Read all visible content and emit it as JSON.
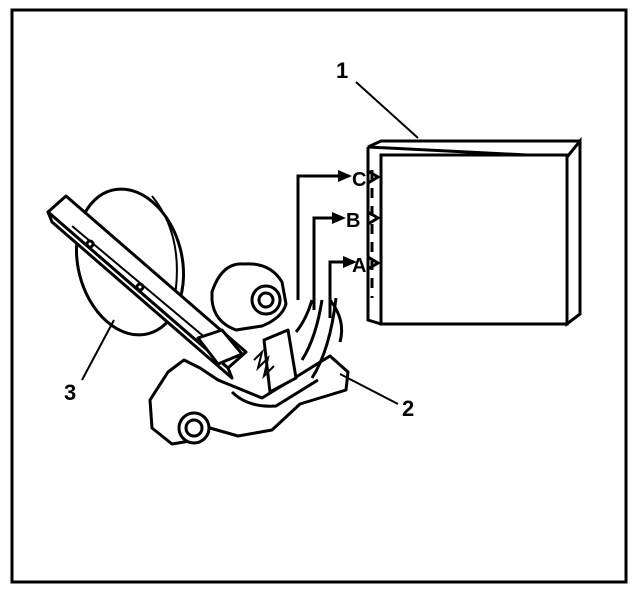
{
  "colors": {
    "line": "#000000",
    "background": "#ffffff"
  },
  "callouts": {
    "module": "1",
    "switch_assembly": "2",
    "pedal_arm": "3"
  },
  "terminals": {
    "c": "C",
    "b": "B",
    "a": "A"
  }
}
